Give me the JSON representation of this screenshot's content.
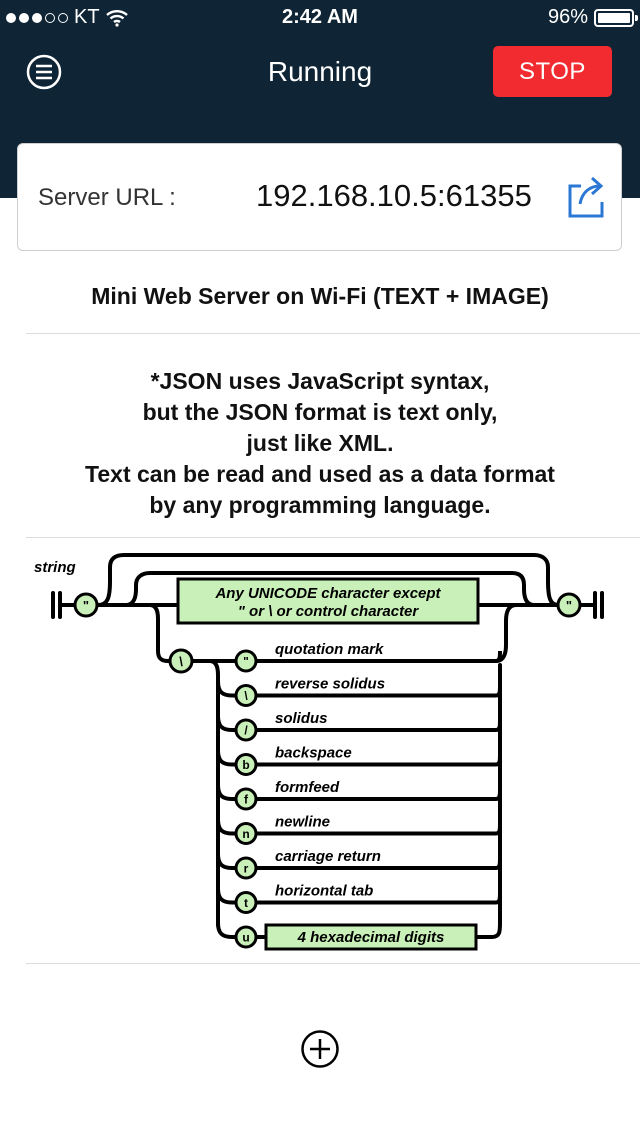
{
  "status_bar": {
    "carrier": "KT",
    "time": "2:42 AM",
    "battery": "96%"
  },
  "navbar": {
    "title": "Running",
    "stop_label": "STOP"
  },
  "server": {
    "label": "Server URL :",
    "url": "192.168.10.5:61355"
  },
  "content": {
    "title": "Mini Web Server on Wi-Fi (TEXT + IMAGE)",
    "description_lines": [
      "*JSON uses JavaScript syntax,",
      "but the JSON format is text only,",
      "just like XML.",
      "Text can be read and used as a data format",
      "by any programming language."
    ]
  },
  "diagram": {
    "title": "string",
    "main_box_line1": "Any UNICODE character except",
    "main_box_line2": "\"  or  \\  or control character",
    "escape_entries": [
      {
        "char": "\"",
        "label": "quotation mark"
      },
      {
        "char": "\\",
        "label": "reverse solidus"
      },
      {
        "char": "/",
        "label": "solidus"
      },
      {
        "char": "b",
        "label": "backspace"
      },
      {
        "char": "f",
        "label": "formfeed"
      },
      {
        "char": "n",
        "label": "newline"
      },
      {
        "char": "r",
        "label": "carriage return"
      },
      {
        "char": "t",
        "label": "horizontal tab"
      },
      {
        "char": "u",
        "label": "4 hexadecimal digits"
      }
    ],
    "quote_char": "\"",
    "backslash_char": "\\"
  },
  "colors": {
    "header_bg": "#0f2535",
    "stop_button": "#f12b2f",
    "accent_blue": "#2b78d4",
    "diagram_box": "#c8f0b8"
  }
}
